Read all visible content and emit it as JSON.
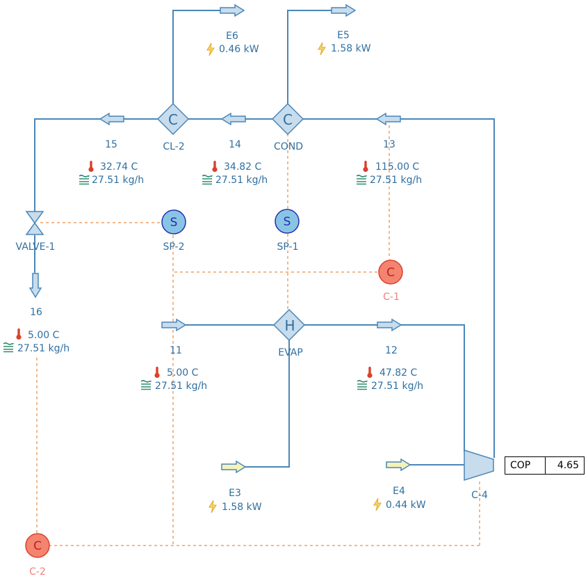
{
  "colors": {
    "stream": "#4a86b8",
    "fill": "#c7dcec",
    "signal": "#f0a060",
    "controller": "#f4836f",
    "splitter": "#8ac4e4",
    "bolt": "#f5c242",
    "thermo": "#d9412b",
    "flow": "#2e8b6e"
  },
  "units": {
    "CL-2": {
      "label": "CL-2",
      "glyph": "C"
    },
    "COND": {
      "label": "COND",
      "glyph": "C"
    },
    "EVAP": {
      "label": "EVAP",
      "glyph": "H"
    },
    "SP-1": {
      "label": "SP-1",
      "glyph": "S"
    },
    "SP-2": {
      "label": "SP-2",
      "glyph": "S"
    },
    "VALVE-1": {
      "label": "VALVE-1"
    },
    "C-4": {
      "label": "C-4"
    },
    "C-1": {
      "label": "C-1",
      "glyph": "C"
    },
    "C-2": {
      "label": "C-2",
      "glyph": "C"
    }
  },
  "streams": {
    "s15": {
      "id": "15",
      "temp": "32.74 C",
      "flow": "27.51 kg/h"
    },
    "s14": {
      "id": "14",
      "temp": "34.82 C",
      "flow": "27.51 kg/h"
    },
    "s13": {
      "id": "13",
      "temp": "115.00 C",
      "flow": "27.51 kg/h"
    },
    "s16": {
      "id": "16",
      "temp": "5.00 C",
      "flow": "27.51 kg/h"
    },
    "s11": {
      "id": "11",
      "temp": "5.00 C",
      "flow": "27.51 kg/h"
    },
    "s12": {
      "id": "12",
      "temp": "47.82 C",
      "flow": "27.51 kg/h"
    }
  },
  "energy": {
    "E6": {
      "id": "E6",
      "value": "0.46 kW"
    },
    "E5": {
      "id": "E5",
      "value": "1.58 kW"
    },
    "E3": {
      "id": "E3",
      "value": "1.58 kW"
    },
    "E4": {
      "id": "E4",
      "value": "0.44 kW"
    }
  },
  "cop": {
    "label": "COP",
    "value": "4.65"
  }
}
